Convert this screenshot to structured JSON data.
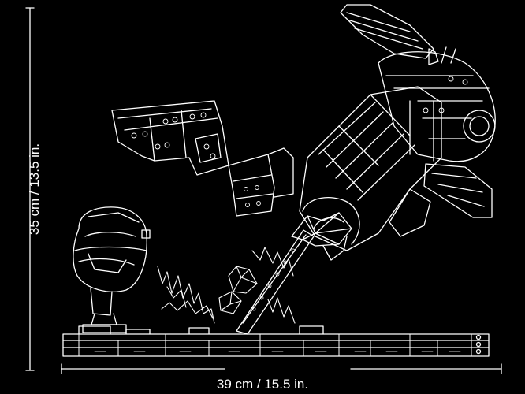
{
  "dimensions": {
    "width_label": "39 cm / 15.5 in.",
    "height_label": "35 cm / 13.5 in."
  },
  "colors": {
    "background": "#000000",
    "line": "#ffffff"
  },
  "illustration": {
    "subject": "lego-model-line-drawing"
  }
}
